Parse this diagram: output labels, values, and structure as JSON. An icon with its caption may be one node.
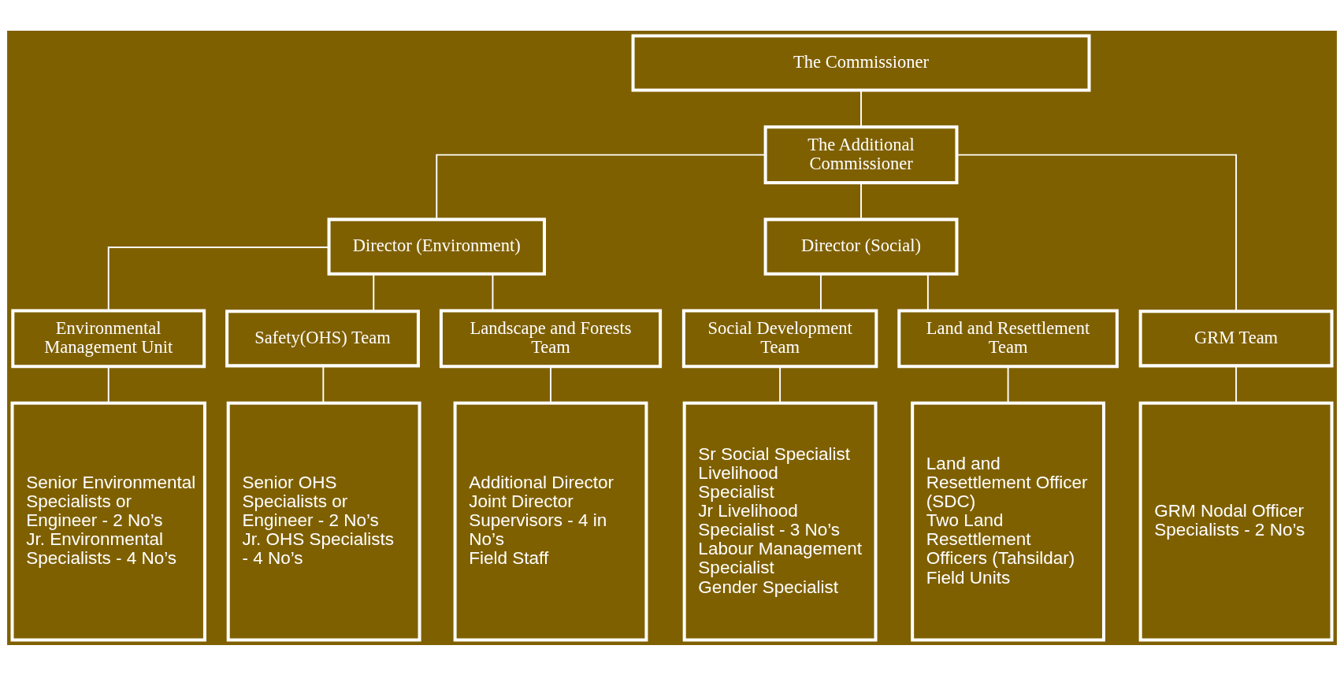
{
  "diagram": {
    "nodes": [
      {
        "text": [
          "The Commissioner"
        ]
      },
      {
        "text": [
          "The Additional Commissioner"
        ]
      },
      {
        "text": [
          "Director (Environment)"
        ]
      },
      {
        "text": [
          "Director (Social)"
        ]
      },
      {
        "text": [
          "Environmental Management Unit"
        ]
      },
      {
        "text": [
          "Safety(OHS) Team"
        ]
      },
      {
        "text": [
          "Landscape and Forests Team"
        ]
      },
      {
        "text": [
          "Social Development Team"
        ]
      },
      {
        "text": [
          "Land and Resettlement Team"
        ]
      },
      {
        "text": [
          "GRM Team"
        ]
      },
      {
        "text": [
          "Senior Environmental Specialists or Engineer - 2 No’s",
          "Jr. Environmental Specialists - 4 No’s"
        ]
      },
      {
        "text": [
          "Senior OHS Specialists or Engineer - 2 No’s",
          "Jr. OHS Specialists - 4 No’s"
        ]
      },
      {
        "text": [
          "Additional Director",
          "Joint Director",
          "Supervisors - 4 in No’s",
          "Field Staff"
        ]
      },
      {
        "text": [
          "Sr Social Specialist",
          "Livelihood Specialist",
          "Jr Livelihood Specialist - 3 No’s",
          "Labour Management Specialist",
          "Gender Specialist"
        ]
      },
      {
        "text": [
          "Land and Resettlement Officer (SDC)",
          "Two Land Resettlement Officers (Tahsildar)",
          "Field Units"
        ]
      },
      {
        "text": [
          "GRM Nodal Officer",
          "Specialists - 2 No’s"
        ]
      }
    ],
    "edges": [
      {
        "from": 0,
        "to": 1,
        "arrow": "none"
      },
      {
        "from": 1,
        "to": 2,
        "arrow": "none"
      },
      {
        "from": 1,
        "to": 3,
        "arrow": "none"
      },
      {
        "from": 1,
        "to": 9,
        "arrow": "none"
      },
      {
        "from": 2,
        "to": 4,
        "arrow": "none"
      },
      {
        "from": 2,
        "to": 5,
        "arrow": "none"
      },
      {
        "from": 2,
        "to": 6,
        "arrow": "none"
      },
      {
        "from": 3,
        "to": 7,
        "arrow": "none"
      },
      {
        "from": 3,
        "to": 8,
        "arrow": "none"
      },
      {
        "from": 4,
        "to": 10,
        "arrow": "none"
      },
      {
        "from": 5,
        "to": 11,
        "arrow": "none"
      },
      {
        "from": 6,
        "to": 12,
        "arrow": "none"
      },
      {
        "from": 7,
        "to": 13,
        "arrow": "none"
      },
      {
        "from": 8,
        "to": 14,
        "arrow": "none"
      },
      {
        "from": 9,
        "to": 15,
        "arrow": "none"
      }
    ]
  }
}
